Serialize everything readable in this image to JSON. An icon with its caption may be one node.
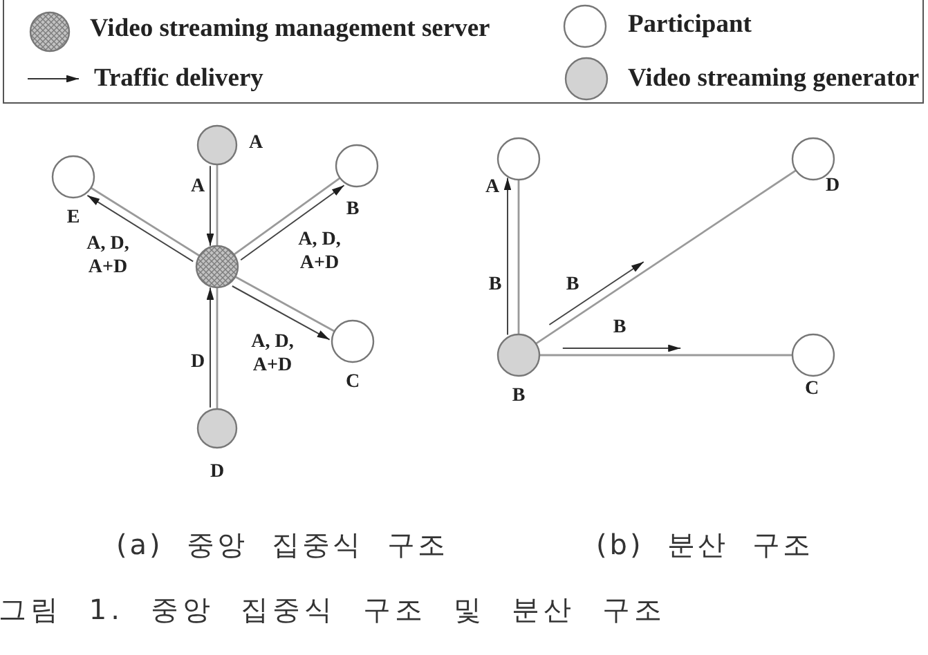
{
  "diagram": {
    "caption": "그림 1. 중앙 집중식 구조 및 분산 구조",
    "nodes": [
      {
        "text": [
          "A"
        ]
      },
      {
        "text": [
          "E"
        ]
      },
      {
        "text": [],
        "shape": "circle"
      },
      {
        "text": [
          "B"
        ]
      },
      {
        "text": [
          "C"
        ]
      },
      {
        "text": [
          "D"
        ]
      },
      {
        "text": [
          "A"
        ]
      },
      {
        "text": [
          "D"
        ]
      },
      {
        "text": [
          "B"
        ]
      },
      {
        "text": [
          "C"
        ]
      }
    ],
    "edges": [
      {
        "from": 0,
        "to": 2,
        "arrow": "none"
      },
      {
        "from": 0,
        "to": 2,
        "arrow": "to",
        "label": "A"
      },
      {
        "from": 5,
        "to": 2,
        "arrow": "none"
      },
      {
        "from": 5,
        "to": 2,
        "arrow": "to",
        "label": "D"
      },
      {
        "from": 2,
        "to": 3,
        "arrow": "none"
      },
      {
        "from": 2,
        "to": 3,
        "arrow": "to",
        "label": "A, D, A+D"
      },
      {
        "from": 2,
        "to": 4,
        "arrow": "none"
      },
      {
        "from": 2,
        "to": 4,
        "arrow": "to",
        "label": "A, D, A+D"
      },
      {
        "from": 2,
        "to": 1,
        "arrow": "none"
      },
      {
        "from": 2,
        "to": 1,
        "arrow": "to",
        "label": "A, D, A+D"
      },
      {
        "from": 8,
        "to": 6,
        "arrow": "none"
      },
      {
        "from": 8,
        "to": 6,
        "arrow": "to",
        "label": "B"
      },
      {
        "from": 8,
        "to": 7,
        "arrow": "none",
        "label": "B"
      },
      {
        "from": 8,
        "to": 9,
        "arrow": "none",
        "label": "B"
      }
    ],
    "labels": [
      "(a) 중앙 집중식 구조",
      "(b) 분산 구조"
    ],
    "legend": [
      {
        "text": "Video streaming management server"
      },
      {
        "text": "Participant"
      },
      {
        "text": "Traffic delivery"
      },
      {
        "text": "Video streaming generator",
        "color": "#d3d3d3"
      }
    ]
  }
}
